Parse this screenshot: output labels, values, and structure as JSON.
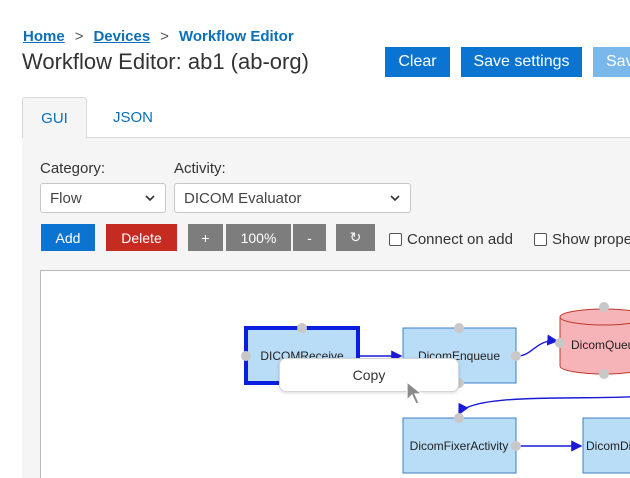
{
  "breadcrumb": {
    "home": "Home",
    "devices": "Devices",
    "current": "Workflow Editor",
    "separator": ">"
  },
  "page_title": "Workflow Editor: ab1 (ab-org)",
  "toolbar": {
    "clear_label": "Clear",
    "save_settings_label": "Save settings",
    "save_label": "Save"
  },
  "tabs": [
    {
      "label": "GUI",
      "active": true
    },
    {
      "label": "JSON",
      "active": false
    }
  ],
  "form": {
    "category_label": "Category:",
    "category_value": "Flow",
    "activity_label": "Activity:",
    "activity_value": "DICOM Evaluator"
  },
  "actions": {
    "add_label": "Add",
    "delete_label": "Delete",
    "zoom_in_label": "+",
    "zoom_level": "100%",
    "zoom_out_label": "-",
    "reset_label": "↻",
    "connect_on_add_label": "Connect on add",
    "show_properties_label": "Show properties"
  },
  "graph": {
    "nodes": {
      "dicom_receive": "DICOMReceive",
      "dicom_enqueue": "DicomEnqueue",
      "dicom_queue": "DicomQueue",
      "dicom_fixer": "DicomFixerActivity",
      "dicom_di": "DicomDi"
    }
  },
  "context_menu": {
    "copy_label": "Copy"
  },
  "colors": {
    "link": "#0b6fb8",
    "primary": "#0b74d1",
    "danger": "#c62b22",
    "neutral": "#7d7d7d",
    "node_fill": "#b9dcf7",
    "node_border": "#3d7ec4",
    "selected_border": "#0a1ee0",
    "queue_fill": "#f6b3b8",
    "queue_border": "#c0392b",
    "edge": "#1a1ad6"
  }
}
